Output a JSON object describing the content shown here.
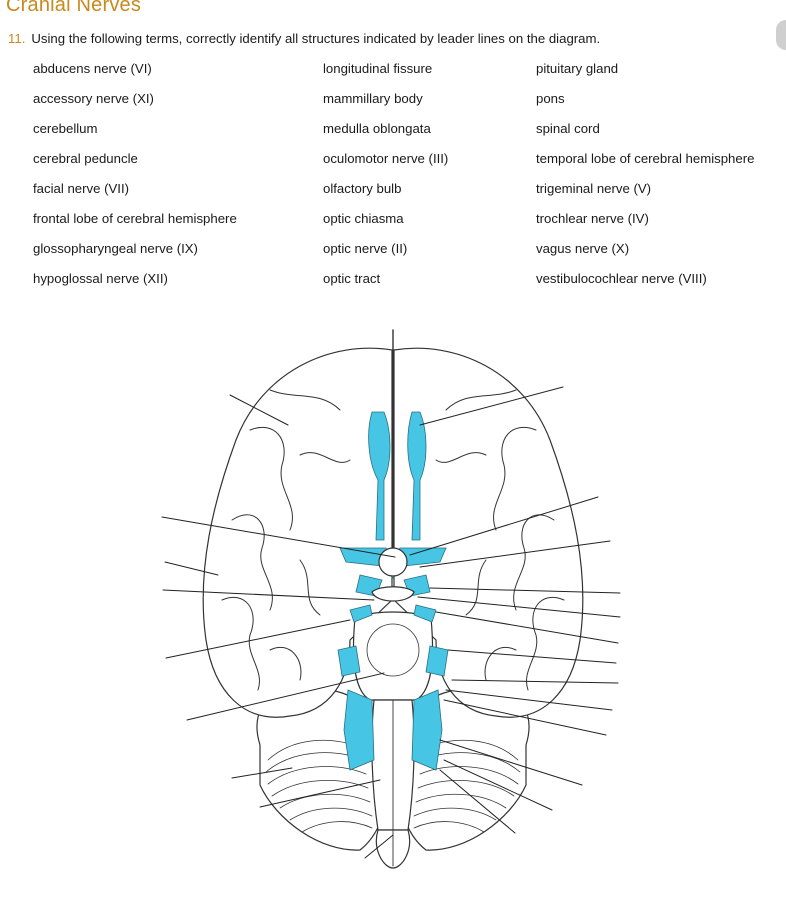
{
  "header": {
    "title": "Cranial Nerves"
  },
  "question": {
    "number": "11.",
    "text": "Using the following terms, correctly identify all structures indicated by leader lines on the diagram."
  },
  "terms": {
    "column1": [
      "abducens nerve (VI)",
      "accessory nerve (XI)",
      "cerebellum",
      "cerebral peduncle",
      "facial nerve (VII)",
      "frontal lobe of cerebral hemisphere",
      "glossopharyngeal nerve (IX)",
      "hypoglossal nerve (XII)"
    ],
    "column2": [
      "longitudinal fissure",
      "mammillary body",
      "medulla oblongata",
      "oculomotor nerve (III)",
      "olfactory bulb",
      "optic chiasma",
      "optic nerve (II)",
      "optic tract"
    ],
    "column3": [
      "pituitary gland",
      "pons",
      "spinal cord",
      "temporal lobe of cerebral hemisphere",
      "trigeminal nerve (V)",
      "trochlear nerve (IV)",
      "vagus nerve (X)",
      "vestibulocochlear nerve (VIII)"
    ]
  },
  "diagram": {
    "nerve_color": "#46c6e4",
    "outline_color": "#333333"
  }
}
